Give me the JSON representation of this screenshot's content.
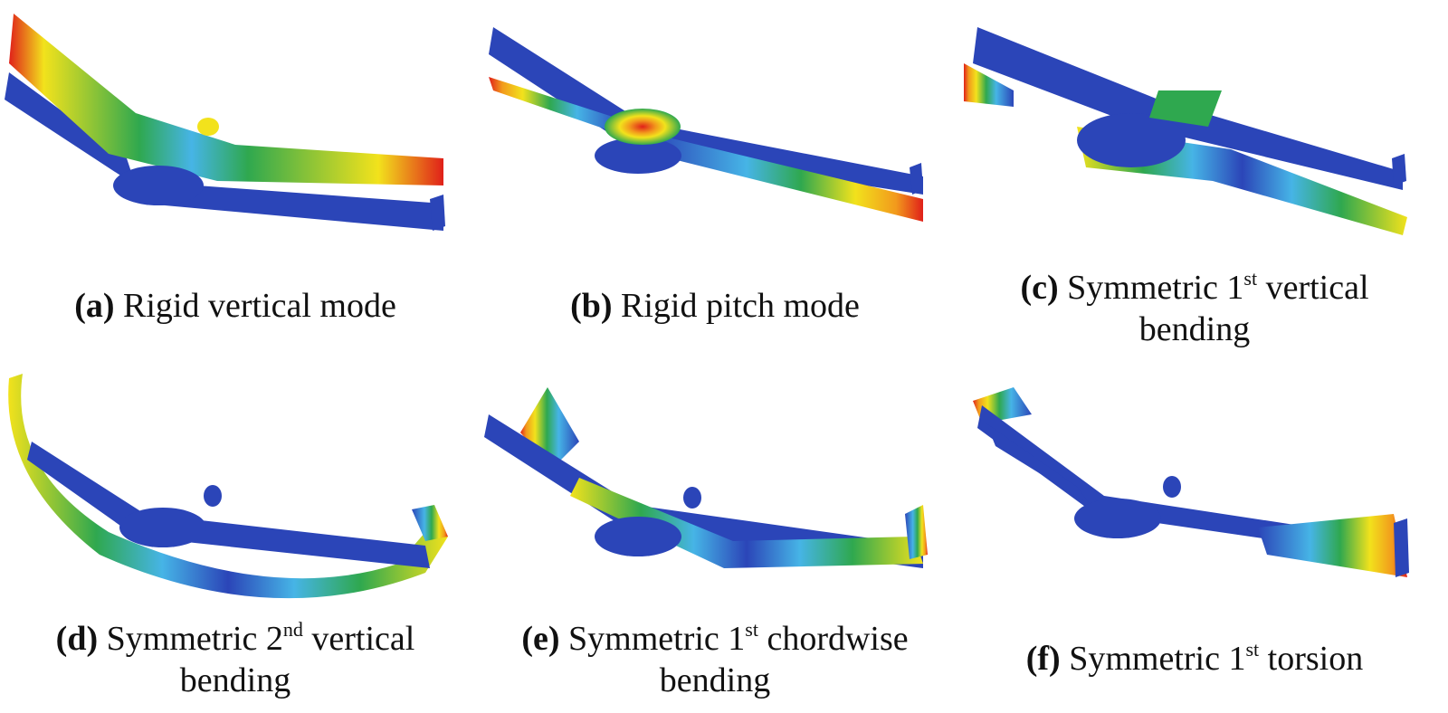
{
  "colors": {
    "structure": "#2b45b8",
    "blue_light": "#46b4e6",
    "green": "#2fa84f",
    "yellow": "#f2e21c",
    "orange": "#f29a1c",
    "red": "#e0201a"
  },
  "panels": [
    {
      "id": "a",
      "letter": "(a)",
      "text": "Rigid vertical mode",
      "line2": ""
    },
    {
      "id": "b",
      "letter": "(b)",
      "text": "Rigid pitch mode",
      "line2": ""
    },
    {
      "id": "c",
      "letter": "(c)",
      "pre": "Symmetric 1",
      "sup": "st",
      "post": " vertical",
      "line2": "bending"
    },
    {
      "id": "d",
      "letter": "(d)",
      "pre": "Symmetric 2",
      "sup": "nd",
      "post": " vertical",
      "line2": "bending"
    },
    {
      "id": "e",
      "letter": "(e)",
      "pre": "Symmetric 1",
      "sup": "st",
      "post": " chordwise",
      "line2": "bending"
    },
    {
      "id": "f",
      "letter": "(f)",
      "pre": "Symmetric 1",
      "sup": "st",
      "post": " torsion",
      "line2": ""
    }
  ]
}
